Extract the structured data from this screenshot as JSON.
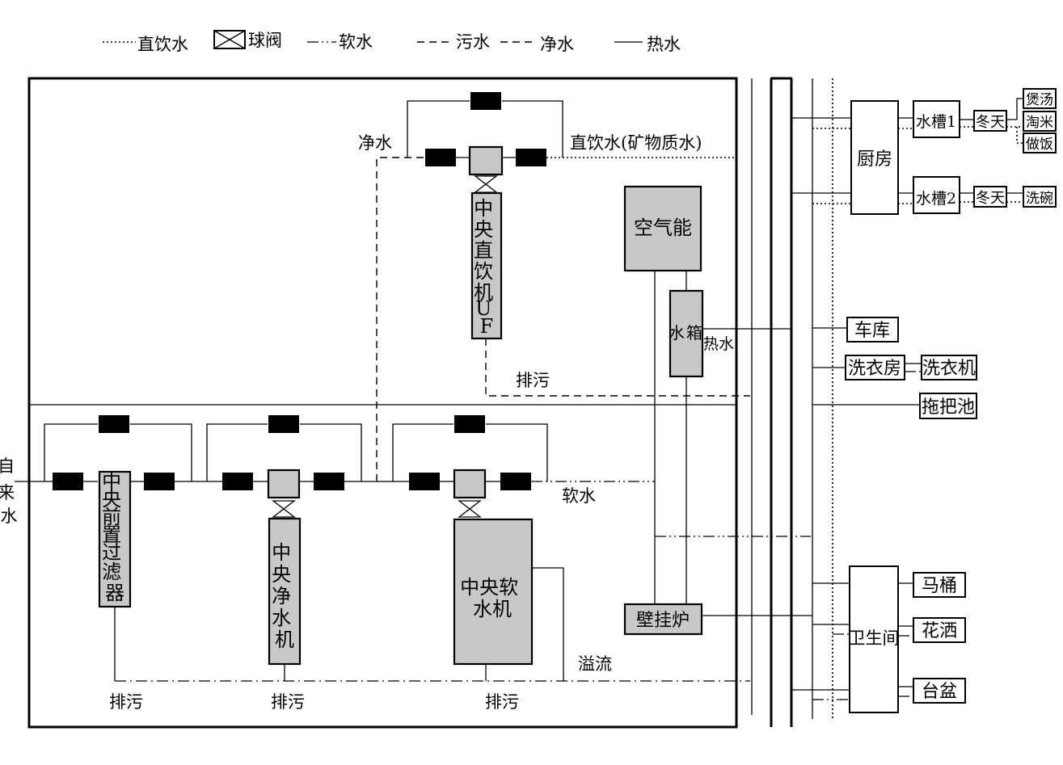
{
  "legend": {
    "direct_drinking": "直饮水",
    "ball_valve": "球阀",
    "soft_water": "软水",
    "sewage": "污水",
    "pure_water": "净水",
    "hot_water": "热水"
  },
  "equipment": {
    "pre_filter": [
      "中",
      "央",
      "前",
      "置",
      "过",
      "滤",
      "器"
    ],
    "purifier": [
      "中",
      "央",
      "净",
      "水",
      "机"
    ],
    "softener": [
      "中央软",
      "水机"
    ],
    "direct_drinker": [
      "中",
      "央",
      "直",
      "饮",
      "机",
      "U",
      "F"
    ],
    "air_energy": "空气能",
    "water_tank": [
      "水",
      "箱"
    ],
    "wall_boiler": "壁挂炉"
  },
  "flow_labels": {
    "tap_water": [
      "自",
      "来",
      "水"
    ],
    "pure_water": "净水",
    "direct_mineral": "直饮水(矿物质水)",
    "drain_top": "排污",
    "soft_water": "软水",
    "overflow": "溢流",
    "drain_prefilter": "排污",
    "drain_purifier": "排污",
    "drain_softener": "排污",
    "hot_water": "热水"
  },
  "rooms": {
    "kitchen": "厨房",
    "sink1": "水槽1",
    "sink2": "水槽2",
    "winter1": "冬天",
    "winter2": "冬天",
    "soup": "煲汤",
    "wash_rice": "淘米",
    "cook_rice": "做饭",
    "wash_dish": "洗碗",
    "garage": "车库",
    "laundry_room": "洗衣房",
    "washing_machine": "洗衣机",
    "mop_pool": "拖把池",
    "bathroom": "卫生间",
    "toilet": "马桶",
    "shower": "花洒",
    "basin": "台盆"
  }
}
